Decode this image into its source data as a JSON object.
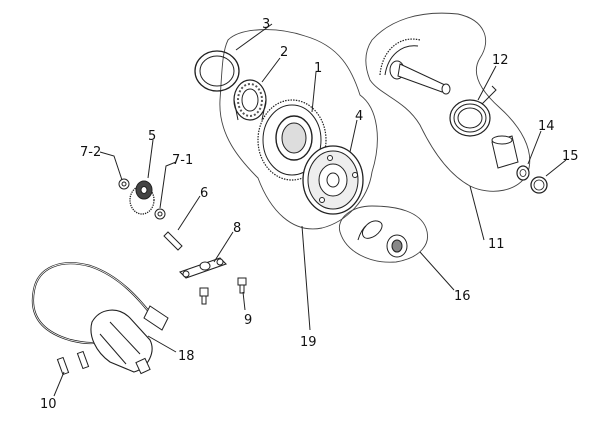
{
  "diagram": {
    "labels": {
      "p1": "1",
      "p2": "2",
      "p3": "3",
      "p4": "4",
      "p5": "5",
      "p6": "6",
      "p7_1": "7-1",
      "p7_2": "7-2",
      "p8": "8",
      "p9": "9",
      "p10": "10",
      "p11": "11",
      "p12": "12",
      "p14": "14",
      "p15": "15",
      "p16": "16",
      "p18": "18",
      "p19": "19"
    },
    "colors": {
      "line": "#222222",
      "part_fill": "#ffffff",
      "shade": "#9a9a9a",
      "dark": "#444444"
    }
  }
}
